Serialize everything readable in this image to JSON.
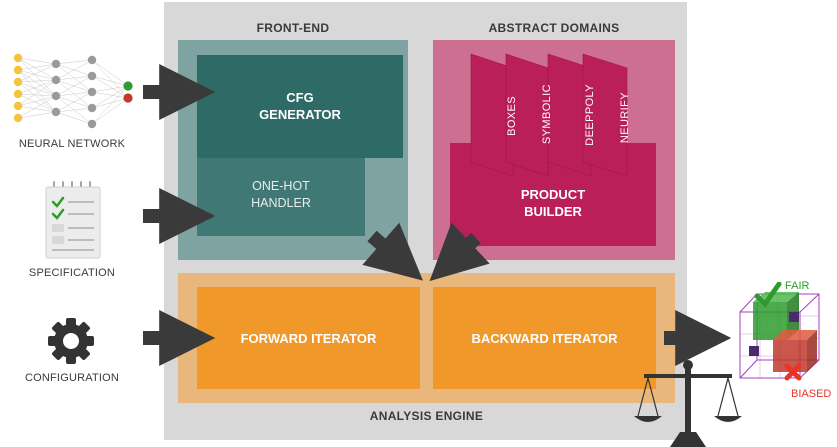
{
  "inputs": {
    "neural_network_label": "NEURAL NETWORK",
    "specification_label": "SPECIFICATION",
    "configuration_label": "CONFIGURATION"
  },
  "sections": {
    "front_end": "FRONT-END",
    "abstract_domains": "ABSTRACT DOMAINS",
    "analysis_engine": "ANALYSIS ENGINE"
  },
  "blocks": {
    "cfg_generator": [
      "CFG",
      "GENERATOR"
    ],
    "one_hot_handler": [
      "ONE-HOT",
      "HANDLER"
    ],
    "product_builder": [
      "PRODUCT",
      "BUILDER"
    ],
    "forward_iterator": "FORWARD ITERATOR",
    "backward_iterator": "BACKWARD ITERATOR"
  },
  "domains": [
    "BOXES",
    "SYMBOLIC",
    "DEEPPOLY",
    "NEURIFY"
  ],
  "outputs": {
    "fair": "FAIR",
    "biased": "BIASED"
  },
  "colors": {
    "outer_gray": "#d8d8d8",
    "front_end_bg": "#7fa3a1",
    "front_end_dark": "#2e6b66",
    "front_end_mid": "#3f7875",
    "domains_bg": "#cc6f90",
    "domains_dark": "#bb1f5a",
    "engine_bg": "#e9b77b",
    "engine_block": "#f0982a",
    "arrow": "#3a3a3a",
    "fair_green": "#2e9b2e",
    "biased_red": "#e8352a"
  }
}
